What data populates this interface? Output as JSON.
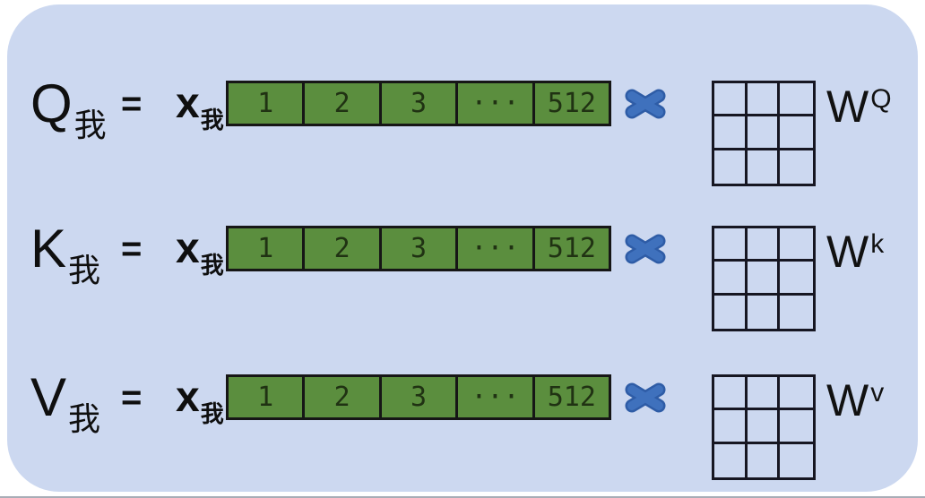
{
  "rows": [
    {
      "output": "Q",
      "output_sub": "我",
      "equals": "=",
      "input": "x",
      "input_sub": "我",
      "cells": [
        "1",
        "2",
        "3",
        "···",
        "512"
      ],
      "weight": "W",
      "weight_sup": "Q"
    },
    {
      "output": "K",
      "output_sub": "我",
      "equals": "=",
      "input": "x",
      "input_sub": "我",
      "cells": [
        "1",
        "2",
        "3",
        "···",
        "512"
      ],
      "weight": "W",
      "weight_sup": "k"
    },
    {
      "output": "V",
      "output_sub": "我",
      "equals": "=",
      "input": "x",
      "input_sub": "我",
      "cells": [
        "1",
        "2",
        "3",
        "···",
        "512"
      ],
      "weight": "W",
      "weight_sup": "v"
    }
  ],
  "icons": {
    "multiply": "blue-x-cross"
  },
  "colors": {
    "panel_background": "#ccd8f0",
    "vector_fill": "#5b8e3e",
    "vector_border": "#161616",
    "vector_text": "#203213",
    "matrix_line": "#161622",
    "multiply_blue": "#3f71bd",
    "multiply_blue_dark": "#2e5ca6",
    "text": "#0f0f0f"
  }
}
